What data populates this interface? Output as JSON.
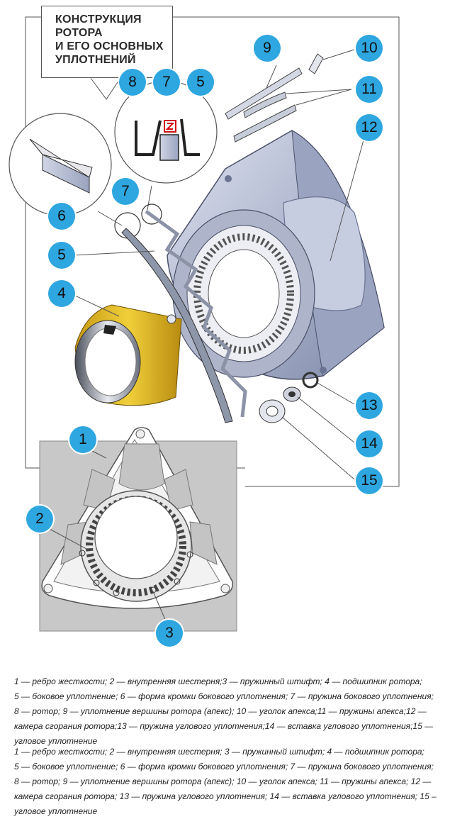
{
  "title": "КОНСТРУКЦИЯ\nРОТОРА\nИ ЕГО ОСНОВНЫХ\nУПЛОТНЕНИЙ",
  "callouts": [
    "1",
    "2",
    "3",
    "4",
    "5",
    "6",
    "7",
    "8",
    "9",
    "10",
    "11",
    "12",
    "13",
    "14",
    "15"
  ],
  "legend": [
    {
      "lines": [
        "1 — ребро жесткости; 2 — внутренняя шестерня;3 — пружинный штифт; 4 — подшипник ротора;",
        "5 — боковое уплотнение; 6 — форма кромки бокового уплотнения; 7 — пружина бокового уплотнения;",
        "8 — ротор; 9 — уплотнение вершины ротора (апекс); 10 — уголок апекса;11 — пружины апекса;12 —",
        "камера сгорания ротора;13 — пружина углового уплотнения;14 — вставка углового уплотнения;15 —",
        "угловое уплотнение"
      ]
    },
    {
      "lines": [
        "1 — ребро жесткости; 2 — внутренняя шестерня; 3 — пружинный штифт; 4 — подшипник ротора;",
        "5 — боковое уплотнение; 6 — форма кромки бокового уплотнения; 7 — пружина бокового уплотнения;",
        "8 — ротор; 9 — уплотнение вершины ротора (апекс); 10 — уголок апекса; 11 — пружины апекса; 12 —",
        "камера сгорания ротора; 13 — пружина углового уплотнения; 14 — вставка углового уплотнения; 15 –",
        "угловое уплотнение"
      ]
    }
  ],
  "colors": {
    "callout": "#2ea6e0",
    "rotor_body": "#b9c0d6",
    "bearing": "#d9b22a",
    "bottom_panel": "#c8c8c8",
    "frame_line": "#555555"
  }
}
